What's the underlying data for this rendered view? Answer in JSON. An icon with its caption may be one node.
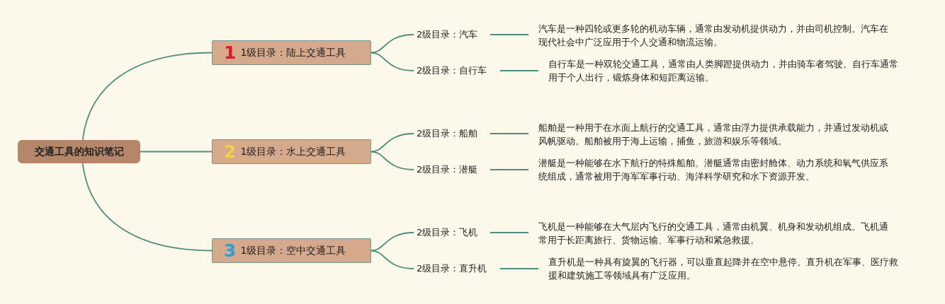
{
  "diagram": {
    "nodes": [
      {
        "text": [
          "交通工具的知识笔记"
        ]
      },
      {
        "text": [
          "1",
          "1级目录：陆上交通工具"
        ]
      },
      {
        "text": [
          "2级目录：汽车"
        ]
      },
      {
        "text": [
          "汽车是一种四轮或更多轮的机动车辆，通常由发动机提供动力，并由司机控制。汽车在现代社会中广泛应用于个人交通和物流运输。"
        ]
      },
      {
        "text": [
          "2级目录：自行车"
        ]
      },
      {
        "text": [
          "自行车是一种双轮交通工具，通常由人类脚蹬提供动力，并由骑车者驾驶。自行车通常用于个人出行，锻炼身体和短距离运输。"
        ]
      },
      {
        "text": [
          "2",
          "1级目录：水上交通工具"
        ]
      },
      {
        "text": [
          "2级目录：船舶"
        ]
      },
      {
        "text": [
          "船舶是一种用于在水面上航行的交通工具，通常由浮力提供承载能力，并通过发动机或风帆驱动。船舶被用于海上运输，捕鱼，旅游和娱乐等领域。"
        ]
      },
      {
        "text": [
          "2级目录：潜艇"
        ]
      },
      {
        "text": [
          "潜艇是一种能够在水下航行的特殊船舶。潜艇通常由密封舱体、动力系统和氧气供应系统组成，通常被用于海军军事行动、海洋科学研究和水下资源开发。"
        ]
      },
      {
        "text": [
          "3",
          "1级目录：空中交通工具"
        ]
      },
      {
        "text": [
          "2级目录：飞机"
        ]
      },
      {
        "text": [
          "飞机是一种能够在大气层内飞行的交通工具，通常由机翼、机身和发动机组成。飞机通常用于长距离旅行、货物运输、军事行动和紧急救援。"
        ]
      },
      {
        "text": [
          "2级目录：直升机"
        ]
      },
      {
        "text": [
          "直升机是一种具有旋翼的飞行器，可以垂直起降并在空中悬停。直升机在军事、医疗救援和建筑施工等领域具有广泛应用。"
        ]
      }
    ],
    "edges": [
      {
        "from": 0,
        "to": 1,
        "arrow": "none"
      },
      {
        "from": 0,
        "to": 6,
        "arrow": "none"
      },
      {
        "from": 0,
        "to": 11,
        "arrow": "none"
      },
      {
        "from": 1,
        "to": 2,
        "arrow": "none"
      },
      {
        "from": 1,
        "to": 4,
        "arrow": "none"
      },
      {
        "from": 2,
        "to": 3,
        "arrow": "none"
      },
      {
        "from": 4,
        "to": 5,
        "arrow": "none"
      },
      {
        "from": 6,
        "to": 7,
        "arrow": "none"
      },
      {
        "from": 6,
        "to": 9,
        "arrow": "none"
      },
      {
        "from": 7,
        "to": 8,
        "arrow": "none"
      },
      {
        "from": 9,
        "to": 10,
        "arrow": "none"
      },
      {
        "from": 11,
        "to": 12,
        "arrow": "none"
      },
      {
        "from": 11,
        "to": 14,
        "arrow": "none"
      },
      {
        "from": 12,
        "to": 13,
        "arrow": "none"
      },
      {
        "from": 14,
        "to": 15,
        "arrow": "none"
      }
    ]
  }
}
